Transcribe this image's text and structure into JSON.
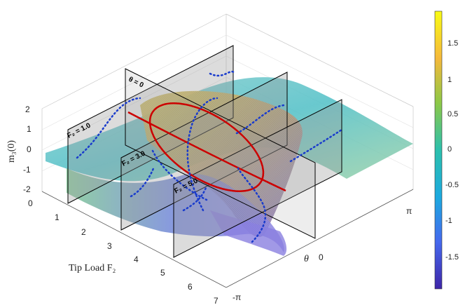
{
  "chart_data": {
    "type": "surface3d",
    "title": "",
    "zlabel": "m₃(0)",
    "xlabel": "Tip Load F₂",
    "ylabel": "θ",
    "x_ticks": [
      "0",
      "1",
      "2",
      "3",
      "4",
      "5",
      "6",
      "7"
    ],
    "z_ticks": [
      "-2",
      "-1",
      "0",
      "1",
      "2"
    ],
    "y_ticks": [
      "-π",
      "0",
      "π"
    ],
    "xlim": [
      0,
      7
    ],
    "ylim": [
      -3.1416,
      3.1416
    ],
    "zlim": [
      -2,
      2
    ],
    "colorbar": {
      "ticks": [
        "1.5",
        "1",
        "0.5",
        "0",
        "-0.5",
        "-1",
        "-1.5"
      ],
      "range": [
        -1.9,
        1.9
      ],
      "colormap": [
        "#3e26a8",
        "#4569ee",
        "#1ca9df",
        "#2cc0ad",
        "#8dc847",
        "#f5b93b",
        "#f9fb15"
      ]
    },
    "planes": [
      {
        "name": "F2-1",
        "label": "F₂ = 1.0",
        "load": 1.0
      },
      {
        "name": "F2-3",
        "label": "F₂ = 3.0",
        "load": 3.0
      },
      {
        "name": "F2-5",
        "label": "F₂ = 5.0",
        "load": 5.0
      }
    ],
    "theta_plane": {
      "label": "θ = 0",
      "theta": 0
    },
    "highlight_color": "#cc0000",
    "dotted_color": "#1a3ccc"
  }
}
